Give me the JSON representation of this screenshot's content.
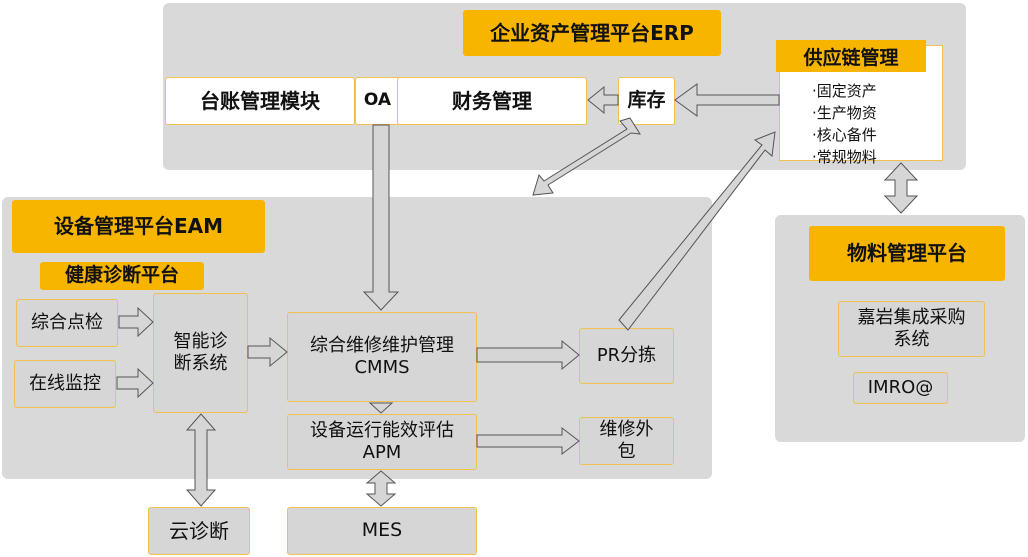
{
  "erp": {
    "title": "企业资产管理平台ERP",
    "ledger": "台账管理模块",
    "oa": "OA",
    "finance": "财务管理",
    "inventory": "库存",
    "supply_chain": {
      "title": "供应链管理",
      "items": [
        "·固定资产",
        "·生产物资",
        "·核心备件",
        "·常规物料"
      ]
    }
  },
  "eam": {
    "title": "设备管理平台EAM",
    "health_title": "健康诊断平台",
    "inspection": "综合点检",
    "online_monitor": "在线监控",
    "smart_diag": "智能诊断系统",
    "cmms": "综合维修维护管理\nCMMS",
    "apm": "设备运行能效评估\nAPM",
    "pr": "PR分拣",
    "outsourcing": "维修外\n包"
  },
  "cloud_diag": "云诊断",
  "mes": "MES",
  "material": {
    "title": "物料管理平台",
    "jiayan": "嘉岩集成采购\n系统",
    "imro": "IMRO@"
  },
  "colors": {
    "accent": "#f7b500",
    "panel": "#d9d9d9",
    "box_border": "#f0c050",
    "arrow": "#d6d6d6"
  }
}
